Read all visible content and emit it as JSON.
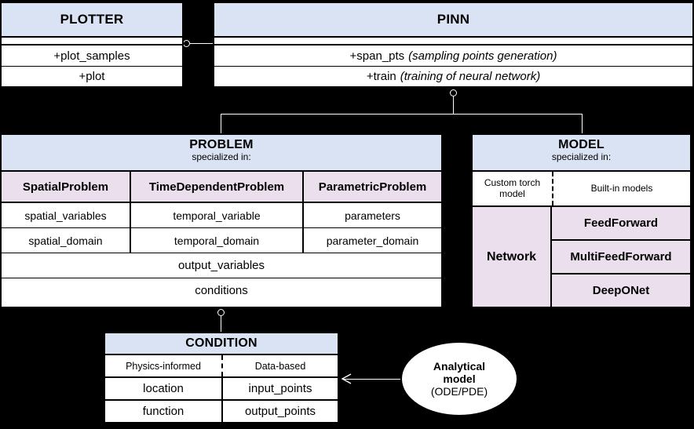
{
  "diagram": {
    "title": "PINA software architecture UML class diagram",
    "colors": {
      "header_fill": "#dae3f3",
      "subclass_fill": "#ebdeed",
      "background": "#000000",
      "box_fill": "#ffffff",
      "line": "#ffffff"
    }
  },
  "plotter": {
    "name": "PLOTTER",
    "methods": [
      "+plot_samples",
      "+plot"
    ]
  },
  "pinn": {
    "name": "PINN",
    "methods": [
      {
        "sig": "+span_pts",
        "note": "(sampling points generation)"
      },
      {
        "sig": "+train",
        "note": "(training of neural network)"
      }
    ]
  },
  "problem": {
    "name": "PROBLEM",
    "subtitle": "specialized in:",
    "subclasses": [
      "SpatialProblem",
      "TimeDependentProblem",
      "ParametricProblem"
    ],
    "attribute_rows": [
      [
        "spatial_variables",
        "temporal_variable",
        "parameters"
      ],
      [
        "spatial_domain",
        "temporal_domain",
        "parameter_domain"
      ]
    ],
    "shared_attributes": [
      "output_variables",
      "conditions"
    ]
  },
  "model": {
    "name": "MODEL",
    "subtitle": "specialized in:",
    "kinds": [
      "Custom torch model",
      "Built-in models"
    ],
    "custom": "Network",
    "builtin": [
      "FeedForward",
      "MultiFeedForward",
      "DeepONet"
    ]
  },
  "condition": {
    "name": "CONDITION",
    "kinds": [
      "Physics-informed",
      "Data-based"
    ],
    "rows": [
      [
        "location",
        "input_points"
      ],
      [
        "function",
        "output_points"
      ]
    ]
  },
  "analytical": {
    "line1": "Analytical",
    "line2": "model",
    "line3": "(ODE/PDE)"
  }
}
